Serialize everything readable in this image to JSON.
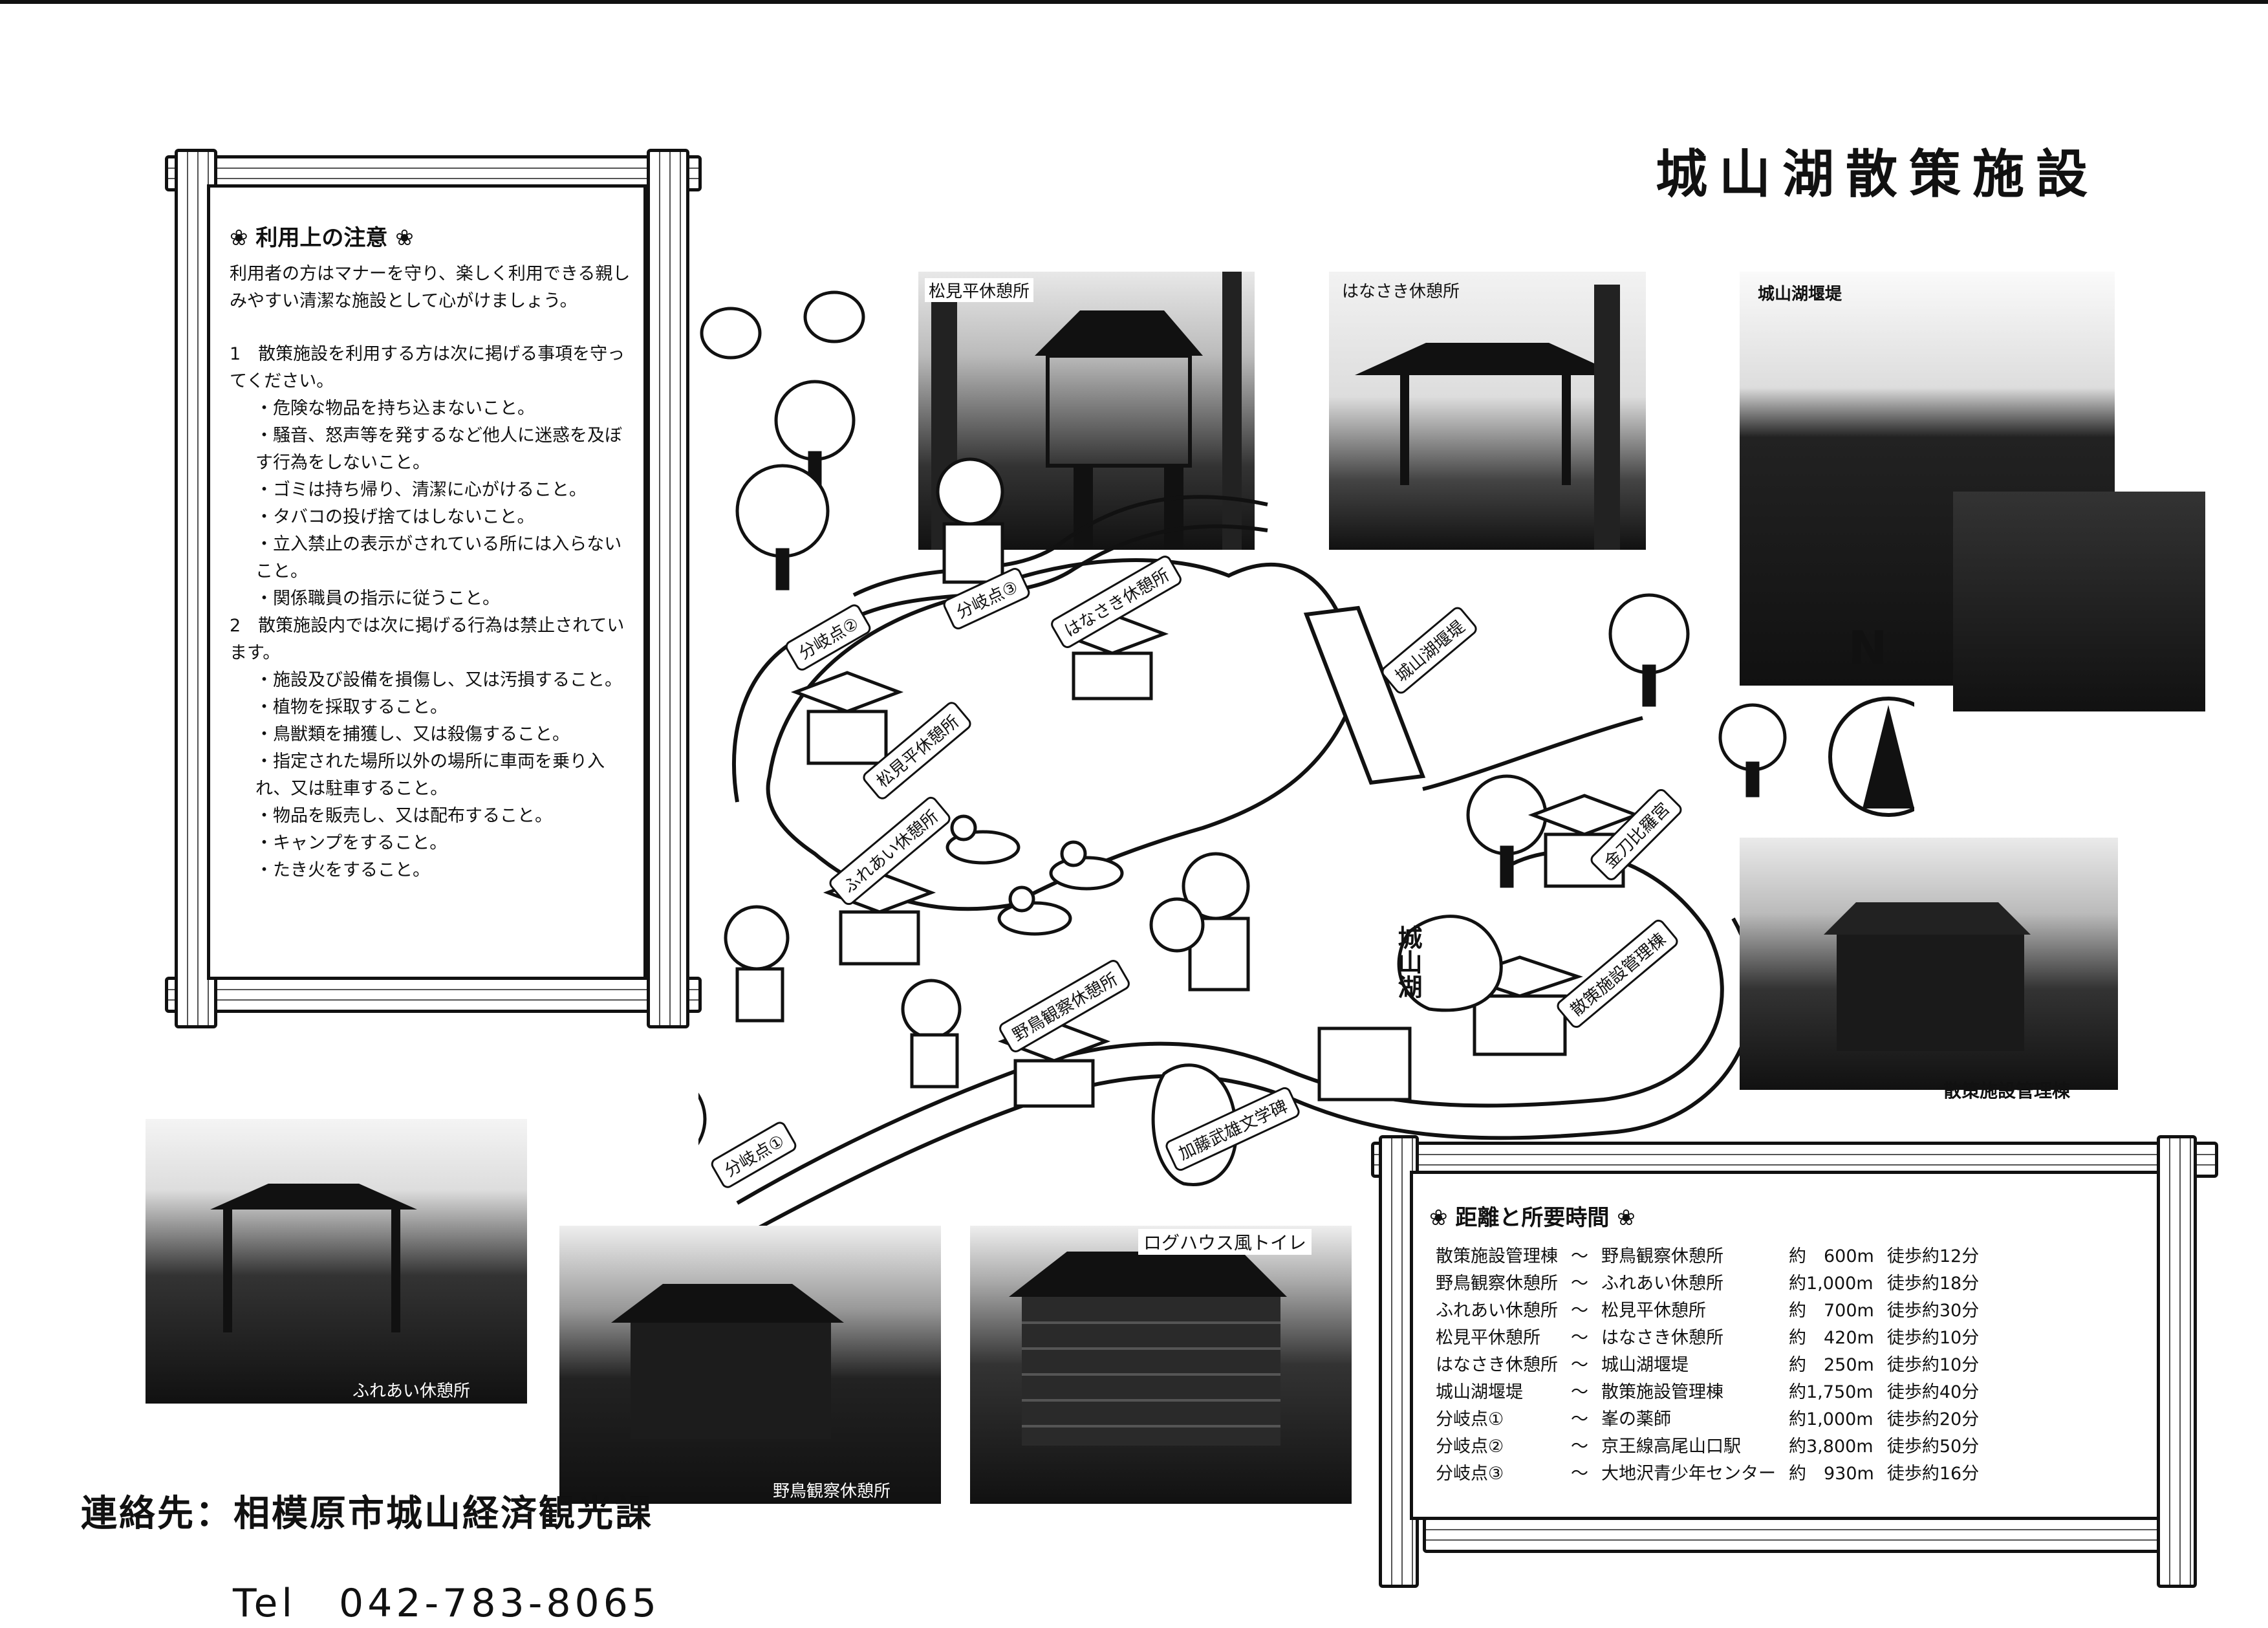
{
  "title": "城山湖散策施設",
  "notice": {
    "heading": "利用上の注意",
    "intro": "利用者の方はマナーを守り、楽しく利用できる親しみやすい清潔な施設として心がけましょう。",
    "section1": "1　散策施設を利用する方は次に掲げる事項を守ってください。",
    "section1_items": [
      "・危険な物品を持ち込まないこと。",
      "・騒音、怒声等を発するなど他人に迷惑を及ぼす行為をしないこと。",
      "・ゴミは持ち帰り、清潔に心がけること。",
      "・タバコの投げ捨てはしないこと。",
      "・立入禁止の表示がされている所には入らないこと。",
      "・関係職員の指示に従うこと。"
    ],
    "section2": "2　散策施設内では次に掲げる行為は禁止されています。",
    "section2_items": [
      "・施設及び設備を損傷し、又は汚損すること。",
      "・植物を採取すること。",
      "・鳥獣類を捕獲し、又は殺傷すること。",
      "・指定された場所以外の場所に車両を乗り入れ、又は駐車すること。",
      "・物品を販売し、又は配布すること。",
      "・キャンプをすること。",
      "・たき火をすること。"
    ]
  },
  "photos": {
    "matsumidaira": "松見平休憩所",
    "hanasaki": "はなさき休憩所",
    "dam": "城山湖堰堤",
    "management": "散策施設管理棟",
    "fureai": "ふれあい休憩所",
    "yacho": "野鳥観察休憩所",
    "toilet": "ログハウス風トイレ"
  },
  "map": {
    "labels": {
      "bunki1": "分岐点①",
      "bunki2": "分岐点②",
      "bunki3": "分岐点③",
      "hanasaki": "はなさき休憩所",
      "matsumidaira": "松見平休憩所",
      "fureai": "ふれあい休憩所",
      "yacho": "野鳥観察休憩所",
      "dam": "城山湖堰堤",
      "shrine": "金刀比羅宮",
      "management": "散策施設管理棟",
      "monument": "加藤武雄文学碑",
      "stone": "城山湖"
    },
    "compass": "N"
  },
  "distance": {
    "heading": "距離と所要時間",
    "rows": [
      {
        "from": "散策施設管理棟",
        "sep": "〜",
        "to": "野鳥観察休憩所",
        "dist": "約　600m",
        "time": "徒歩約12分"
      },
      {
        "from": "野鳥観察休憩所",
        "sep": "〜",
        "to": "ふれあい休憩所",
        "dist": "約1,000m",
        "time": "徒歩約18分"
      },
      {
        "from": "ふれあい休憩所",
        "sep": "〜",
        "to": "松見平休憩所",
        "dist": "約　700m",
        "time": "徒歩約30分"
      },
      {
        "from": "松見平休憩所",
        "sep": "〜",
        "to": "はなさき休憩所",
        "dist": "約　420m",
        "time": "徒歩約10分"
      },
      {
        "from": "はなさき休憩所",
        "sep": "〜",
        "to": "城山湖堰堤",
        "dist": "約　250m",
        "time": "徒歩約10分"
      },
      {
        "from": "城山湖堰堤",
        "sep": "〜",
        "to": "散策施設管理棟",
        "dist": "約1,750m",
        "time": "徒歩約40分"
      },
      {
        "from": "分岐点①",
        "sep": "〜",
        "to": "峯の薬師",
        "dist": "約1,000m",
        "time": "徒歩約20分"
      },
      {
        "from": "分岐点②",
        "sep": "〜",
        "to": "京王線高尾山口駅",
        "dist": "約3,800m",
        "time": "徒歩約50分"
      },
      {
        "from": "分岐点③",
        "sep": "〜",
        "to": "大地沢青少年センター",
        "dist": "約　930m",
        "time": "徒歩約16分"
      }
    ]
  },
  "contact": "連絡先：相模原市城山経済観光課",
  "tel": "Tel　042-783-8065"
}
